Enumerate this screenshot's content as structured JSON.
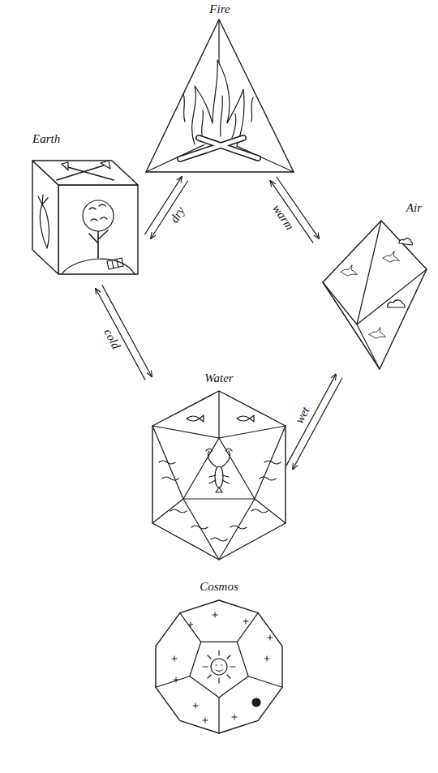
{
  "diagram": {
    "nodes": [
      {
        "text": [
          "Fire"
        ]
      },
      {
        "text": [
          "Earth"
        ]
      },
      {
        "text": [
          "Air"
        ]
      },
      {
        "text": [
          "Water"
        ]
      },
      {
        "text": [
          "Cosmos"
        ]
      }
    ],
    "edges": [
      {
        "from": 0,
        "to": 1,
        "label": "dry",
        "arrow": "both"
      },
      {
        "from": 0,
        "to": 2,
        "label": "warm",
        "arrow": "both"
      },
      {
        "from": 1,
        "to": 3,
        "label": "cold",
        "arrow": "both"
      },
      {
        "from": 2,
        "to": 3,
        "label": "wet",
        "arrow": "both"
      }
    ]
  }
}
